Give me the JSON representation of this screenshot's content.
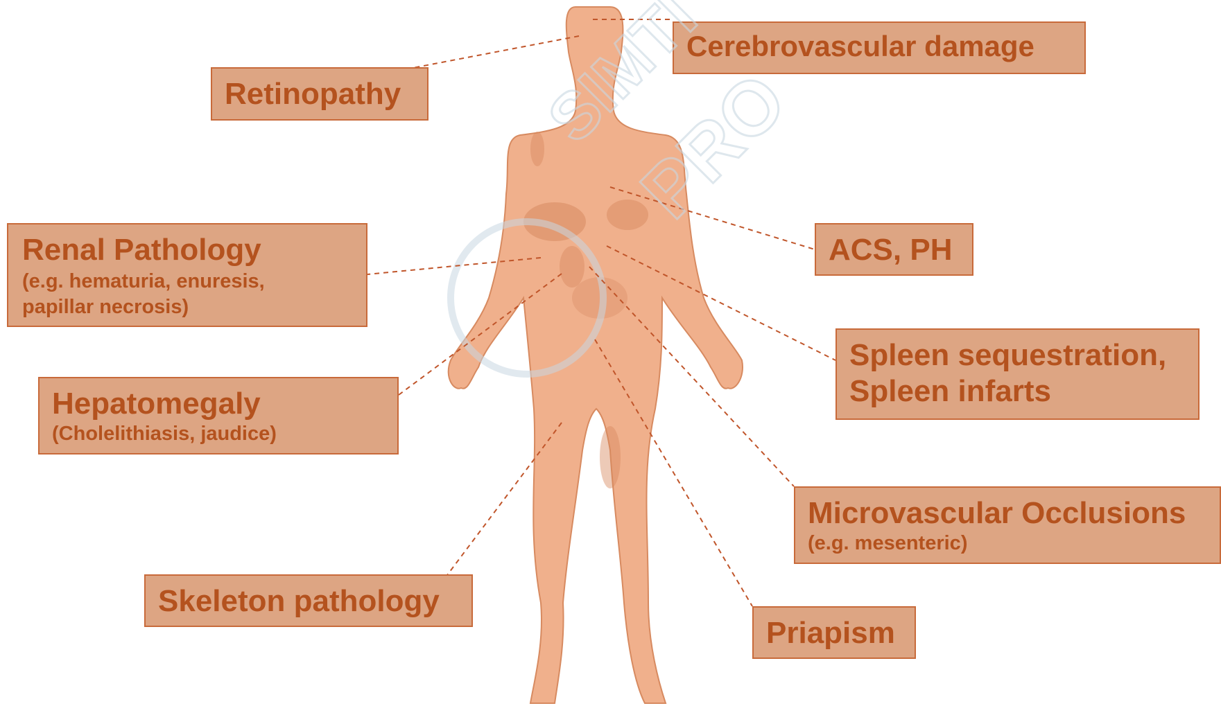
{
  "colors": {
    "box_fill": "#dda583",
    "box_border": "#c86a3a",
    "text": "#b4521e",
    "body_skin": "#f0b08c",
    "body_shade": "#d78a60",
    "leader_line": "#c0552a"
  },
  "labels": {
    "cerebrovascular": {
      "title": "Cerebrovascular damage"
    },
    "retinopathy": {
      "title": "Retinopathy"
    },
    "acs_ph": {
      "title": "ACS, PH"
    },
    "renal": {
      "title": "Renal Pathology",
      "sub1": "(e.g. hematuria, enuresis,",
      "sub2": "papillar necrosis)"
    },
    "spleen": {
      "title": "Spleen sequestration,",
      "title2": " Spleen infarts"
    },
    "hepatomegaly": {
      "title": "Hepatomegaly",
      "sub1": "(Cholelithiasis, jaudice)"
    },
    "microvascular": {
      "title": "Microvascular Occlusions",
      "sub1": "(e.g. mesenteric)"
    },
    "skeleton": {
      "title": "Skeleton pathology"
    },
    "priapism": {
      "title": "Priapism"
    }
  },
  "watermark": {
    "line1": "SIMTI",
    "line2": "PRO"
  }
}
